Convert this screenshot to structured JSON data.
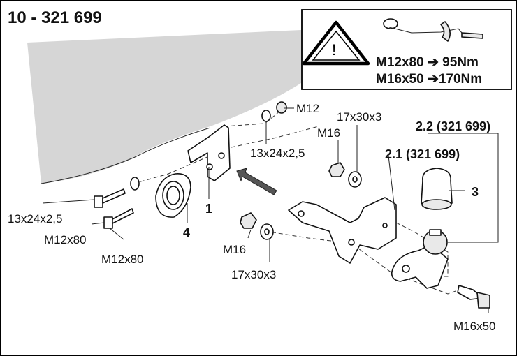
{
  "title": "10  -  321 699",
  "warning_box": {
    "icon": "warning-triangle-icon",
    "tool_icon": "torque-wrench-icon",
    "torque_1": "M12x80 ➔ 95Nm",
    "torque_2": "M16x50 ➔170Nm"
  },
  "labels": {
    "m12_nut": "M12",
    "washer_upper": "13x24x2,5",
    "washer_left": "13x24x2,5",
    "bolt_m12_a": "M12x80",
    "bolt_m12_b": "M12x80",
    "nut_m16_top": "M16",
    "washer_17_top": "17x30x3",
    "nut_m16_bottom": "M16",
    "washer_17_bottom": "17x30x3",
    "bolt_m16": "M16x50"
  },
  "callouts": {
    "part_1": "1",
    "part_2_1": "2.1 (321 699)",
    "part_2_2": "2.2 (321 699)",
    "part_3": "3",
    "part_4": "4"
  }
}
